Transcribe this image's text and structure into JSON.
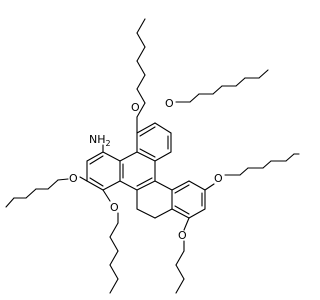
{
  "structure": {
    "atom_labels": {
      "o_top_left": "O",
      "o_top_right": "O",
      "nh2": "NH",
      "nh2_subscript": "2",
      "o_right": "O",
      "o_left": "O",
      "o_bottom_left": "O",
      "o_bottom_right": "O"
    }
  }
}
